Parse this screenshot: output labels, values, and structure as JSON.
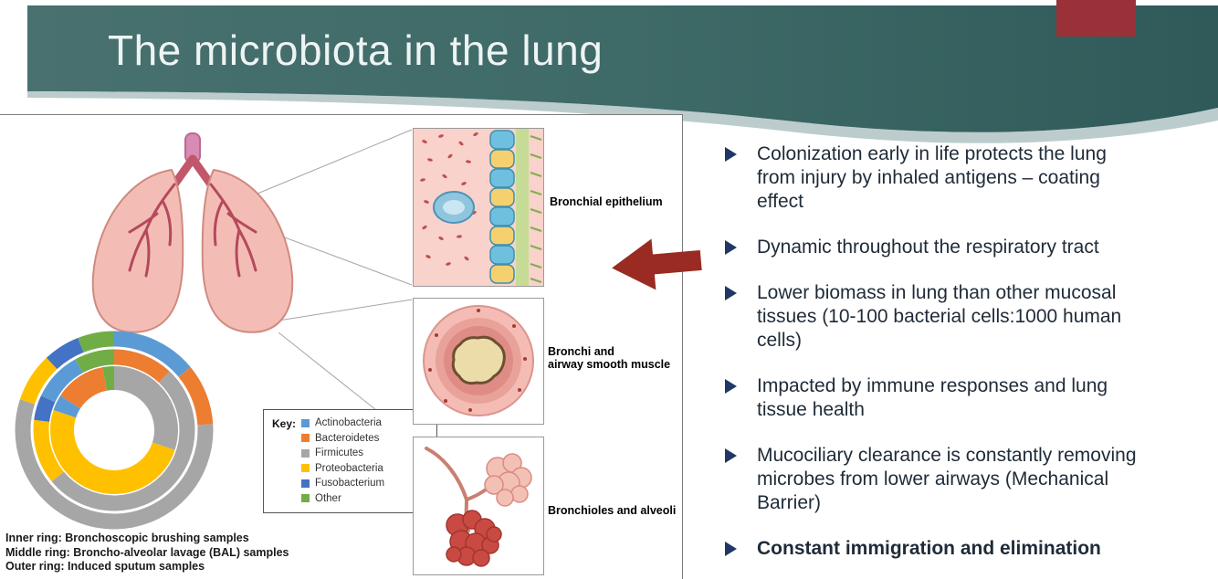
{
  "slide": {
    "title": "The microbiota in the lung"
  },
  "bullets": [
    {
      "lines": [
        "Colonization early in life protects the lung",
        "from injury by inhaled antigens – coating",
        "effect"
      ],
      "bold": false
    },
    {
      "lines": [
        "Dynamic throughout the respiratory tract"
      ],
      "bold": false
    },
    {
      "lines": [
        "Lower biomass in lung than other mucosal",
        "tissues (10-100 bacterial cells:1000 human",
        "cells)"
      ],
      "bold": false
    },
    {
      "lines": [
        "Impacted by immune responses and lung",
        "tissue health"
      ],
      "bold": false
    },
    {
      "lines": [
        "Mucociliary clearance is constantly removing",
        "microbes from lower airways (Mechanical",
        "Barrier)"
      ],
      "bold": false
    },
    {
      "lines": [
        "Constant immigration and elimination"
      ],
      "bold": true
    }
  ],
  "figure": {
    "inset_labels": [
      "Bronchial epithelium",
      "Bronchi and\nairway smooth muscle",
      "Bronchioles and alveoli"
    ],
    "key_title": "Key:",
    "captions": [
      "Inner ring: Bronchoscopic brushing samples",
      "Middle ring: Broncho-alveolar lavage (BAL) samples",
      "Outer ring: Induced sputum samples"
    ]
  },
  "chart_data": {
    "type": "sunburst",
    "title": "Lung microbiota composition by sampling method (three concentric rings)",
    "legend": [
      {
        "label": "Actinobacteria",
        "color": "#5B9BD5"
      },
      {
        "label": "Bacteroidetes",
        "color": "#ED7D31"
      },
      {
        "label": "Firmicutes",
        "color": "#A6A6A6"
      },
      {
        "label": "Proteobacteria",
        "color": "#FFC000"
      },
      {
        "label": "Fusobacterium",
        "color": "#4472C4"
      },
      {
        "label": "Other",
        "color": "#70AD47"
      }
    ],
    "rings": [
      {
        "name": "Inner ring: Bronchoscopic brushing samples",
        "segments": [
          {
            "taxon": "Firmicutes",
            "value": 30
          },
          {
            "taxon": "Proteobacteria",
            "value": 50
          },
          {
            "taxon": "Actinobacteria",
            "value": 4
          },
          {
            "taxon": "Bacteroidetes",
            "value": 13
          },
          {
            "taxon": "Other",
            "value": 3
          }
        ]
      },
      {
        "name": "Middle ring: Broncho-alveolar lavage (BAL) samples",
        "segments": [
          {
            "taxon": "Bacteroidetes",
            "value": 12
          },
          {
            "taxon": "Firmicutes",
            "value": 52
          },
          {
            "taxon": "Proteobacteria",
            "value": 13
          },
          {
            "taxon": "Fusobacterium",
            "value": 5
          },
          {
            "taxon": "Actinobacteria",
            "value": 10
          },
          {
            "taxon": "Other",
            "value": 8
          }
        ]
      },
      {
        "name": "Outer ring: Induced sputum samples",
        "segments": [
          {
            "taxon": "Actinobacteria",
            "value": 14
          },
          {
            "taxon": "Bacteroidetes",
            "value": 10
          },
          {
            "taxon": "Firmicutes",
            "value": 56
          },
          {
            "taxon": "Proteobacteria",
            "value": 8
          },
          {
            "taxon": "Fusobacterium",
            "value": 6
          },
          {
            "taxon": "Other",
            "value": 6
          }
        ]
      }
    ]
  },
  "colors": {
    "header_teal": "#3e6a68",
    "header_teal_dark": "#315b5a",
    "accent_red": "#9b3138",
    "arrow_red": "#992b23",
    "bullet_marker": "#1f3864",
    "body_text": "#1f2b38"
  }
}
